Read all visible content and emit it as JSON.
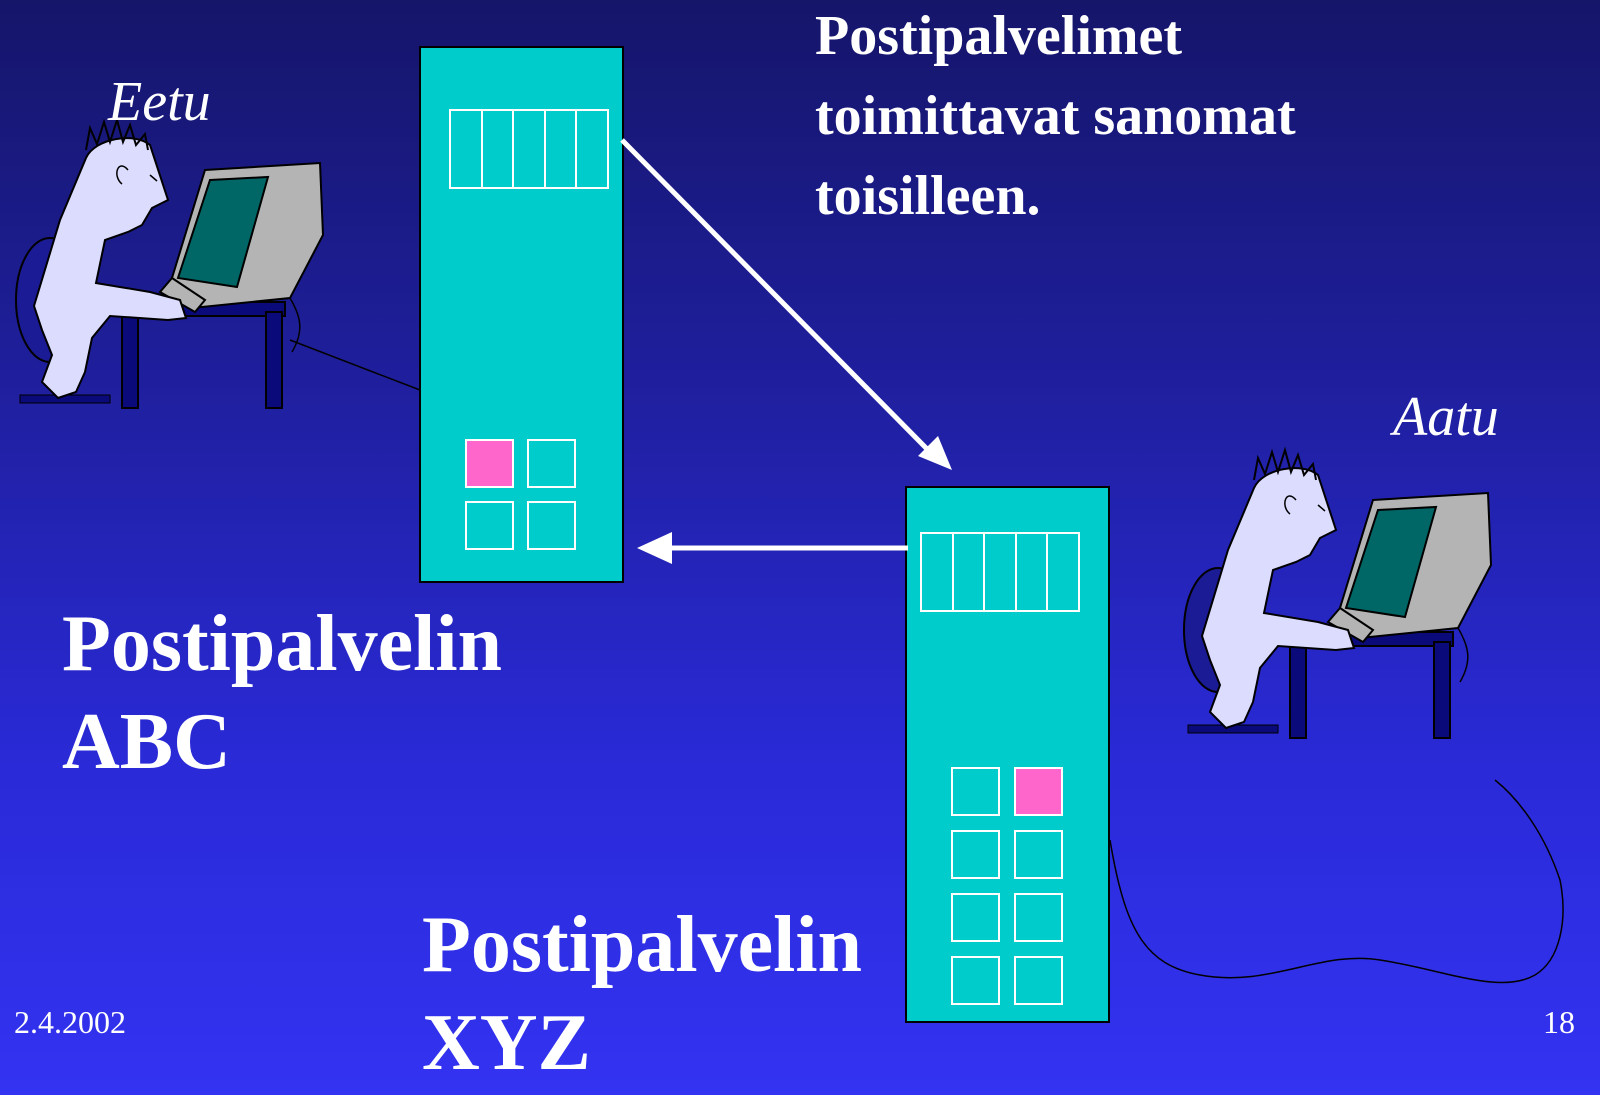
{
  "slide": {
    "caption": [
      "Postipalvelimet",
      "toimittavat sanomat",
      "toisilleen."
    ],
    "date": "2.4.2002",
    "page_number": "18"
  },
  "users": {
    "left": {
      "name": "Eetu"
    },
    "right": {
      "name": "Aatu"
    }
  },
  "servers": {
    "abc": {
      "label": [
        "Postipalvelin",
        "ABC"
      ]
    },
    "xyz": {
      "label": [
        "Postipalvelin",
        "XYZ"
      ]
    }
  },
  "colors": {
    "server": "#00cccc",
    "message": "#ff66cc",
    "person": "#dcdcff",
    "monitor": "#b4b4b4",
    "screen": "#006666",
    "furniture": "#0a0a7a"
  },
  "icons": [
    "person-at-computer-icon",
    "mail-server-icon",
    "arrow-icon"
  ]
}
